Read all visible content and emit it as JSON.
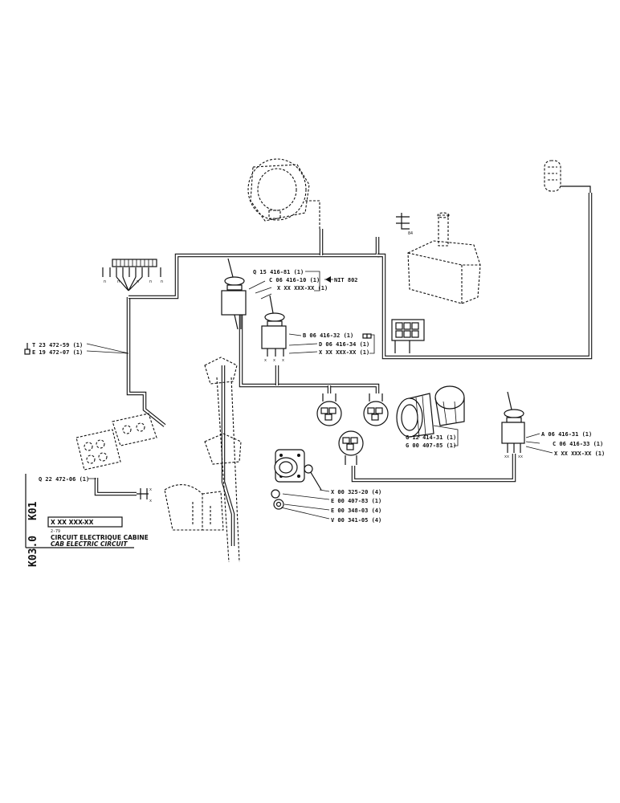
{
  "drawing": {
    "ref_side_1": "K01",
    "ref_side_2": "K03.0",
    "revision": "2-79",
    "title_fr": "CIRCUIT ELECTRIQUE CABINE",
    "title_en": "CAB ELECTRIC CIRCUIT",
    "code_box": "X XX XXX-XX"
  },
  "labels": {
    "harness_t": "T 23 472-59 (1)",
    "harness_e": "E 19 472-07 (1)",
    "q22": "Q 22 472-06 (1)",
    "q15": "Q 15 416-81 (1)",
    "c10": "C 06 416-10 (1)",
    "xx1": "X XX XXX-XX (1)",
    "nit": "NIT 802",
    "b32": "B 06 416-32 (1)",
    "d34": "D 06 416-34 (1)",
    "xx2": "X XX XXX-XX (1)",
    "g31": "G 12 414-31 (1)",
    "g85": "G 00 407-85 (1)",
    "a31": "A 06 416-31 (1)",
    "c33": "C 06 416-33 (1)",
    "xx3": "X XX XXX-XX (1)",
    "x20": "X 00 325-20 (4)",
    "e83": "E 00 407-83 (1)",
    "e03": "E 00 348-03 (4)",
    "v05": "V 00 341-05 (4)"
  }
}
